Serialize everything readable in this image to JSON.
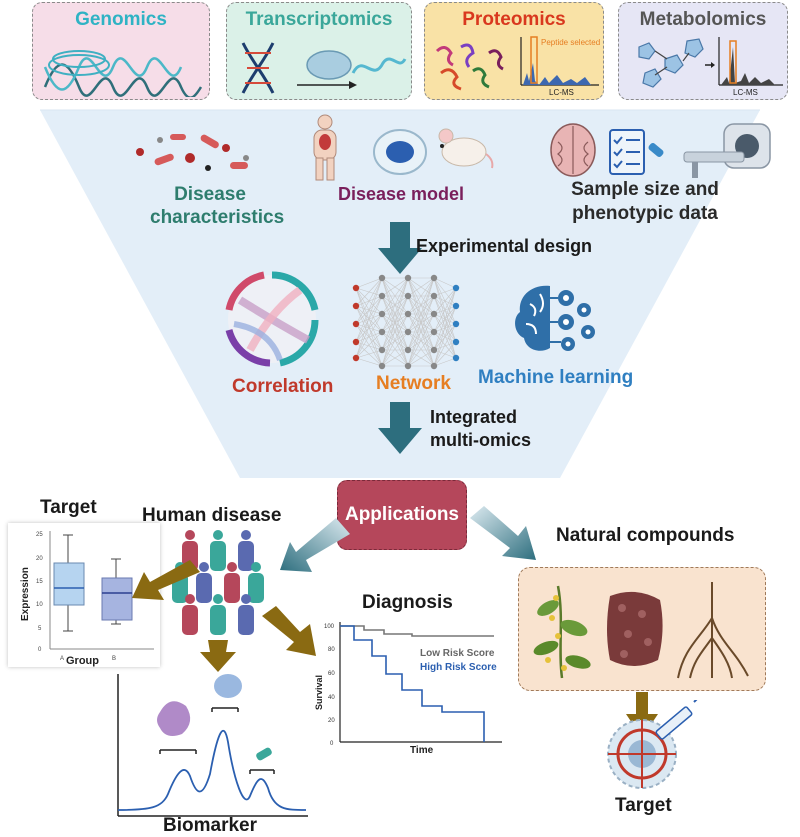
{
  "omics": {
    "genomics": "Genomics",
    "transcriptomics": "Transcriptomics",
    "proteomics": "Proteomics",
    "peptide_selected": "Peptide selected",
    "lcms_proteomics": "LC-MS",
    "metabolomics": "Metabolomics",
    "lcms_metabolomics": "LC-MS"
  },
  "design": {
    "disease_characteristics": [
      "Disease",
      "characteristics"
    ],
    "disease_model": "Disease model",
    "sample_size": [
      "Sample size and",
      "phenotypic data"
    ],
    "experimental_design": "Experimental design"
  },
  "analysis": {
    "correlation": "Correlation",
    "network": "Network",
    "machine_learning": "Machine learning",
    "integrated": [
      "Integrated",
      "multi-omics"
    ]
  },
  "applications": {
    "title": "Applications",
    "human_disease": "Human disease",
    "natural_compounds": "Natural compounds",
    "target_left": "Target",
    "target_right": "Target",
    "biomarker": "Biomarker",
    "diagnosis": "Diagnosis"
  },
  "boxplot": {
    "ylabel": "Expression",
    "xlabel": "Group",
    "group_a": "A",
    "group_b": "B",
    "yticks": [
      "25",
      "20",
      "15",
      "10",
      "5",
      "0"
    ]
  },
  "survival": {
    "ylabel": "Survival",
    "xlabel": "Time",
    "low_risk": "Low Risk Score",
    "high_risk": "High Risk Score",
    "yticks": [
      "100",
      "80",
      "60",
      "40",
      "20",
      "0"
    ]
  },
  "colors": {
    "genomics": "#2fb3c4",
    "transcriptomics": "#3aa79a",
    "proteomics": "#d9381e",
    "metabolomics": "#555555",
    "teal_label": "#2e7d6e",
    "purple_label": "#7a1f5c",
    "correlation": "#c0392b",
    "network": "#e67e22",
    "machine_learning": "#2f7fc1",
    "arrow": "#2d6e7e",
    "applications_box": "#b5475b",
    "olive_arrow": "#8a6a12",
    "high_risk": "#2b5fb0",
    "low_risk": "#777777"
  }
}
